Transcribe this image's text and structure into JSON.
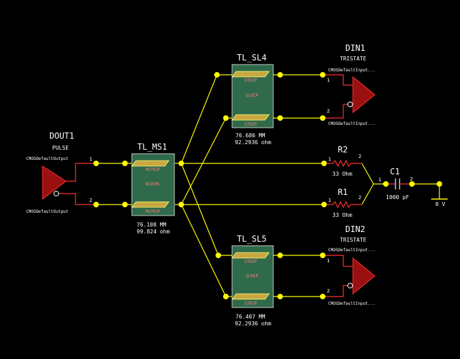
{
  "colors": {
    "background": "#000000",
    "wire": "#ffff00",
    "node": "#ffff00",
    "label": "#ffffff",
    "pin_stub": "#ff3030",
    "driver_fill": "#9a1010",
    "line_body": "#2f6a4a",
    "strip_fill": "#c8a840"
  },
  "dout1": {
    "name": "DOUT1",
    "type": "PULSE",
    "model_top": "CMOSDefaultOutput",
    "model_bottom": "CMOSDefaultOutput",
    "pin1": "1",
    "pin2": "2"
  },
  "tl_ms1": {
    "name": "TL_MS1",
    "strip_top": "MSTRIP",
    "strip_bottom": "MSTRIP",
    "middle": "NCOUPL",
    "length": "76.108 MM",
    "impedance": "99.824 ohm"
  },
  "tl_sl4": {
    "name": "TL_SL4",
    "strip_top": "STRIP",
    "strip_bottom": "STRIP",
    "middle": "SLRIP",
    "length": "76.686 MM",
    "impedance": "92.2936 ohm"
  },
  "tl_sl5": {
    "name": "TL_SL5",
    "strip_top": "STRIP",
    "strip_bottom": "STRIP",
    "middle": "SLRIP",
    "length": "76.407 MM",
    "impedance": "92.2936 ohm"
  },
  "din1": {
    "name": "DIN1",
    "type": "TRISTATE",
    "model_top": "CMOSDefaultInput...",
    "model_bottom": "CMOSDefaultInput...",
    "pin1": "1",
    "pin2": "2"
  },
  "din2": {
    "name": "DIN2",
    "type": "TRISTATE",
    "model_top": "CMOSDefaultInput...",
    "model_bottom": "CMOSDefaultInput...",
    "pin1": "1",
    "pin2": "2"
  },
  "r2": {
    "name": "R2",
    "value": "33 Ohm",
    "pin1": "1",
    "pin2": "2"
  },
  "r1": {
    "name": "R1",
    "value": "33 Ohm",
    "pin1": "1",
    "pin2": "2"
  },
  "c1": {
    "name": "C1",
    "value": "1000 pF",
    "pin1": "1",
    "pin2": "2"
  },
  "ground": {
    "label": "0 V"
  }
}
